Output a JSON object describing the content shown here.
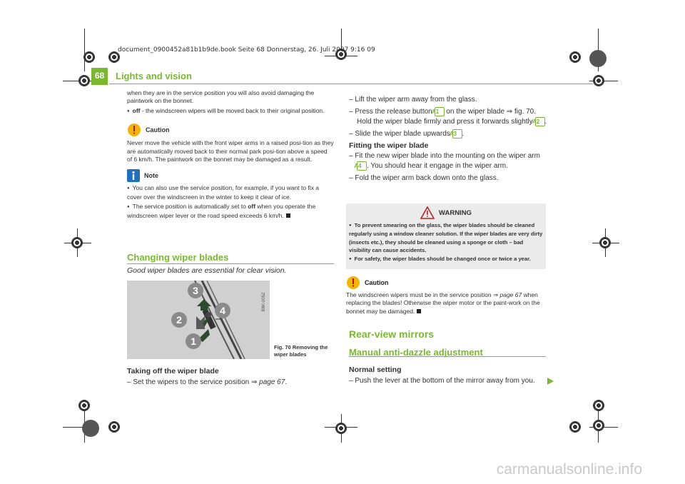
{
  "meta": {
    "header_line": "document_0900452a81b1b9de.book  Seite 68  Donnerstag, 26. Juli 2007  9:16 09",
    "page_number": "68",
    "section_title": "Lights and vision",
    "watermark": "carmanualsonline.info"
  },
  "left": {
    "para1": "when they are in the service position you will also avoid damaging the paintwork on the bonnet.",
    "bullet_off_bold": "off",
    "bullet_off_rest": " - the windscreen wipers will be moved back to their original position.",
    "caution_title": "Caution",
    "caution_text": "Never move the vehicle with the front wiper arms in a raised posi-tion as they are automatically moved back to their normal park posi-tion above a speed of 6 km/h. The paintwork on the bonnet may be damaged as a result.",
    "note_title": "Note",
    "note_bullet1": "You can also use the service position, for example, if you want to fix a cover over the windscreen in the winter to keep it clear of ice.",
    "note_bullet2_a": "The service position is automatically set to ",
    "note_bullet2_bold": "off",
    "note_bullet2_b": " when you operate the windscreen wiper lever or the road speed exceeds 6 km/h.",
    "changing_heading": "Changing wiper blades",
    "changing_intro": "Good wiper blades are essential for clear vision.",
    "figure_code": "B8K-0052",
    "figure_caption": "Fig. 70  Removing the wiper blades",
    "figure_labels": [
      "3",
      "4",
      "2",
      "1"
    ],
    "taking_off_heading": "Taking off the wiper blade",
    "taking_off_step1_a": "– Set the wipers to the service position ",
    "taking_off_step1_arrow": "⇒",
    "taking_off_step1_ref": "page 67",
    "taking_off_step1_end": "."
  },
  "right": {
    "step1": "– Lift the wiper arm away from the glass.",
    "step2_a": "– Press the release button ",
    "step2_mark1": "A1",
    "step2_b": " on the wiper blade ⇒ fig. 70. Hold the wiper blade firmly and press it forwards slightly ",
    "step2_mark2": "A2",
    "step2_c": ".",
    "step3_a": "– Slide the wiper blade upwards ",
    "step3_mark": "A3",
    "step3_b": ".",
    "fitting_heading": "Fitting the wiper blade",
    "fit_step1_a": "– Fit the new wiper blade into the mounting on the wiper arm ",
    "fit_step1_mark": "A4",
    "fit_step1_b": ". You should hear it engage in the wiper arm.",
    "fit_step2": "– Fold the wiper arm back down onto the glass.",
    "warning_title": "WARNING",
    "warning_bullet1": "To prevent smearing on the glass, the wiper blades should be cleaned regularly using a window cleaner solution. If the wiper blades are very dirty (insects etc.), they should be cleaned using a sponge or cloth – bad visibility can cause accidents.",
    "warning_bullet2": "For safety, the wiper blades should be changed once or twice a year.",
    "caution_title": "Caution",
    "caution_a": "The windscreen wipers must be in the service position ",
    "caution_arrow": "⇒",
    "caution_ref": "page 67",
    "caution_b": " when replacing the blades! Otherwise the wiper motor or the paint-work on the bonnet may be damaged.",
    "rear_heading": "Rear-view mirrors",
    "manual_heading": "Manual anti-dazzle adjustment",
    "normal_heading": "Normal setting",
    "normal_step": "– Push the lever at the bottom of the mirror away from you."
  },
  "colors": {
    "accent_green": "#7ab830",
    "caution_yellow": "#f2b600",
    "note_blue": "#1f70c1",
    "warning_red": "#c0202a"
  },
  "icons": [
    "caution-icon",
    "note-icon",
    "warning-icon",
    "continue-arrow-icon",
    "registration-mark-icon"
  ]
}
